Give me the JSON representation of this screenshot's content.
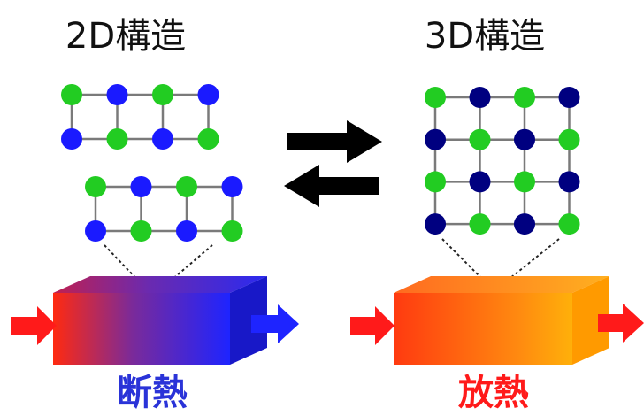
{
  "left_panel": {
    "title": "2D構造",
    "caption": "断熱",
    "caption_color": "#2a33d8",
    "layer_top": {
      "rows": [
        [
          "green",
          "blue",
          "green",
          "blue"
        ],
        [
          "blue",
          "green",
          "blue",
          "green"
        ]
      ]
    },
    "layer_bottom": {
      "rows": [
        [
          "green",
          "blue",
          "green",
          "blue"
        ],
        [
          "blue",
          "green",
          "blue",
          "green"
        ]
      ]
    },
    "block_gradient": [
      "#ff2a10",
      "#7a2a9a",
      "#1e24ff"
    ],
    "arrow_in_color": "#ff1a1a",
    "arrow_out_color": "#1e24ff"
  },
  "right_panel": {
    "title": "3D構造",
    "caption": "放熱",
    "caption_color": "#ff1a1a",
    "lattice": {
      "rows": [
        [
          "green",
          "navy",
          "green",
          "navy"
        ],
        [
          "navy",
          "green",
          "navy",
          "green"
        ],
        [
          "green",
          "navy",
          "green",
          "navy"
        ],
        [
          "navy",
          "green",
          "navy",
          "green"
        ]
      ]
    },
    "block_gradient": [
      "#ff3a10",
      "#ff8a10",
      "#ffb00a"
    ],
    "arrow_in_color": "#ff1a1a",
    "arrow_out_color": "#ff1a1a"
  },
  "colors": {
    "green": "#22cc22",
    "blue": "#1a1aff",
    "navy": "#000080",
    "bond": "#7a7a7a",
    "exchange_arrows": "#000000"
  }
}
